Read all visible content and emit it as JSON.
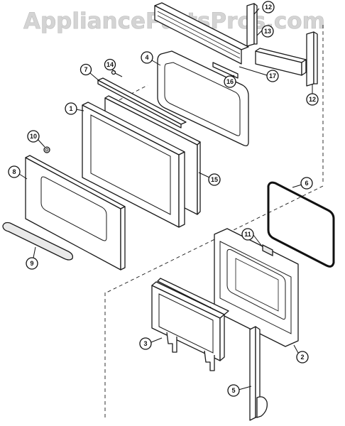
{
  "watermark": "AppliancePartsPros.com",
  "callouts": [
    {
      "id": "c12a",
      "label": "12"
    },
    {
      "id": "c13",
      "label": "13"
    },
    {
      "id": "c12b",
      "label": "12"
    },
    {
      "id": "c4",
      "label": "4"
    },
    {
      "id": "c14",
      "label": "14"
    },
    {
      "id": "c7",
      "label": "7"
    },
    {
      "id": "c16",
      "label": "16"
    },
    {
      "id": "c17",
      "label": "17"
    },
    {
      "id": "c1",
      "label": "1"
    },
    {
      "id": "c10",
      "label": "10"
    },
    {
      "id": "c15",
      "label": "15"
    },
    {
      "id": "c8",
      "label": "8"
    },
    {
      "id": "c6",
      "label": "6"
    },
    {
      "id": "c11",
      "label": "11"
    },
    {
      "id": "c9",
      "label": "9"
    },
    {
      "id": "c3",
      "label": "3"
    },
    {
      "id": "c2",
      "label": "2"
    },
    {
      "id": "c5",
      "label": "5"
    }
  ]
}
